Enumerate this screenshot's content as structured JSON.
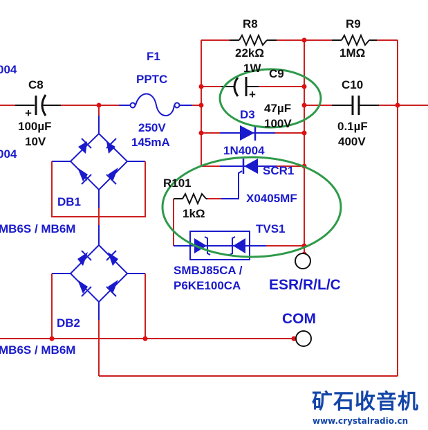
{
  "colors": {
    "wire": "#cc1f1f",
    "component_blue": "#1a1acd",
    "highlight_ellipse": "#2e9a4a",
    "logo": "#1446a8"
  },
  "components": {
    "left_partial_top": "004",
    "left_partial_bottom": "004",
    "c8": {
      "ref": "C8",
      "value": "100µF",
      "rating": "10V",
      "polarity": "+"
    },
    "f1": {
      "ref": "F1",
      "type": "PPTC",
      "voltage": "250V",
      "current": "145mA"
    },
    "r8": {
      "ref": "R8",
      "value": "22kΩ",
      "power": "1W"
    },
    "r9": {
      "ref": "R9",
      "value": "1MΩ"
    },
    "c9": {
      "ref": "C9",
      "value": "47µF",
      "rating": "100V",
      "polarity": "+"
    },
    "c10": {
      "ref": "C10",
      "value": "0.1µF",
      "rating": "400V"
    },
    "d3": {
      "ref": "D3",
      "part": "1N4004"
    },
    "scr1": {
      "ref": "SCR1",
      "part": "X0405MF"
    },
    "r101": {
      "ref": "R101",
      "value": "1kΩ"
    },
    "tvs1": {
      "ref": "TVS1",
      "part_line1": "SMBJ85CA /",
      "part_line2": "P6KE100CA"
    },
    "db1": {
      "ref": "DB1",
      "part": "MB6S / MB6M"
    },
    "db2": {
      "ref": "DB2",
      "part": "MB6S / MB6M"
    }
  },
  "terminals": {
    "esr": "ESR/R/L/C",
    "com": "COM"
  },
  "logo": {
    "chinese": "矿石收音机",
    "url": "www.crystalradio.cn"
  }
}
